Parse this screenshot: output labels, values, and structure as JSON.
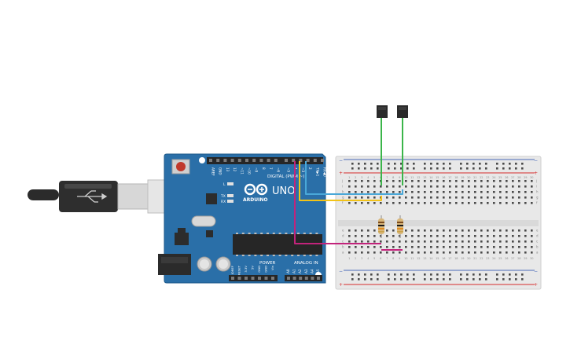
{
  "arduino": {
    "brand": "ARDUINO",
    "model": "UNO",
    "digital_header_label": "DIGITAL (PWM ~)",
    "power_label": "POWER",
    "analog_label": "ANALOG IN",
    "tx_label": "TX",
    "rx_label": "RX",
    "l_label": "L",
    "tx_pin_label": "TX▶1",
    "rx_pin_label": "RX◀0",
    "digital_pins": [
      "AREF",
      "GND",
      "13",
      "12",
      "~11",
      "~10",
      "~9",
      "8",
      "7",
      "~6",
      "~5",
      "4",
      "~3",
      "2",
      "TX▶1",
      "RX◀0"
    ],
    "power_pins": [
      "IOREF",
      "RESET",
      "3.3V",
      "5V",
      "GND",
      "GND",
      "Vin"
    ],
    "analog_pins": [
      "A0",
      "A1",
      "A2",
      "A3",
      "A4",
      "A5"
    ]
  },
  "breadboard": {
    "columns": 30,
    "row_letters_top": [
      "j",
      "i",
      "h",
      "g",
      "f"
    ],
    "row_letters_bottom": [
      "e",
      "d",
      "c",
      "b",
      "a"
    ],
    "rail_minus": "−",
    "rail_plus": "+"
  },
  "colors": {
    "arduino_board": "#2a6fa8",
    "breadboard": "#e8e8e8",
    "wire_green": "#3bb54a",
    "wire_cyan": "#4aa8d8",
    "wire_yellow": "#f2c318",
    "wire_magenta": "#c2237b",
    "rail_red": "#d62c2c",
    "rail_blue": "#4a6ab8"
  }
}
